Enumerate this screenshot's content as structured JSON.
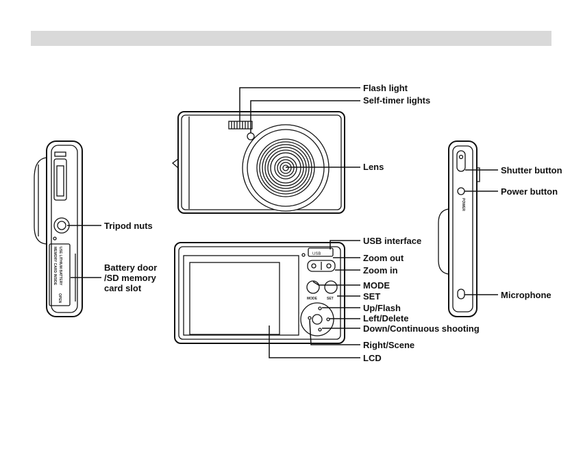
{
  "labels": {
    "flash_light": "Flash light",
    "self_timer_lights": "Self-timer lights",
    "lens": "Lens",
    "tripod_nuts": "Tripod nuts",
    "battery_door_line1": "Battery door",
    "battery_door_line2": "/SD memory",
    "battery_door_line3": "card slot",
    "shutter_button": "Shutter button",
    "power_button": "Power button",
    "microphone": "Microphone",
    "usb_interface": "USB interface",
    "zoom_out": "Zoom out",
    "zoom_in": "Zoom in",
    "mode": "MODE",
    "set": "SET",
    "up_flash": "Up/Flash",
    "left_delete": "Left/Delete",
    "down_continuous": "Down/Continuous shooting",
    "right_scene": "Right/Scene",
    "lcd": "LCD"
  },
  "body_text": {
    "usb": "USB",
    "mode_small": "MODE",
    "set_small": "SET",
    "power_small": "POWER",
    "battery_line1": "USE LITHIUM BATTERY",
    "battery_line2": "MEMORY CARD INSIDE",
    "open": "OPEN"
  }
}
